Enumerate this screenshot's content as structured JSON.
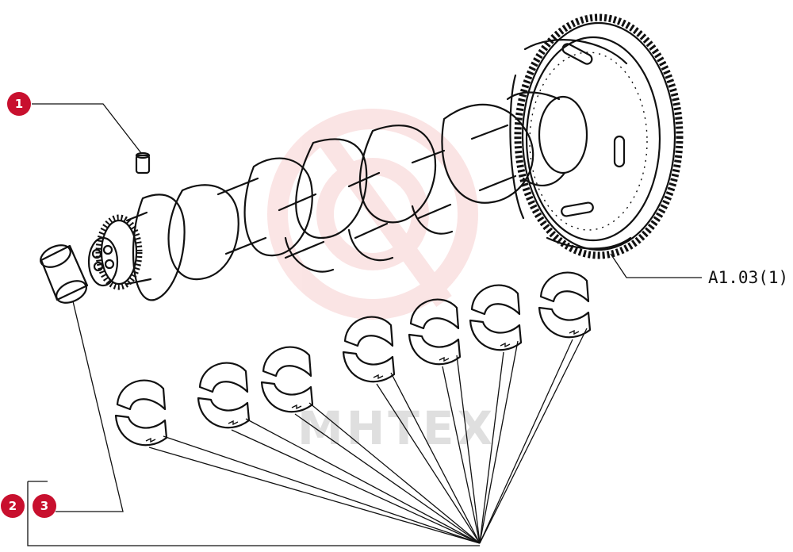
{
  "callouts": [
    {
      "id": "callout-1",
      "label": "1"
    },
    {
      "id": "callout-2",
      "label": "2"
    },
    {
      "id": "callout-3",
      "label": "3"
    }
  ],
  "reference_label": "A1.03(1)",
  "watermark_text": "MHTEX",
  "colors": {
    "callout": "#c8102e",
    "line": "#111111",
    "watermark": "#f3b4b4"
  }
}
